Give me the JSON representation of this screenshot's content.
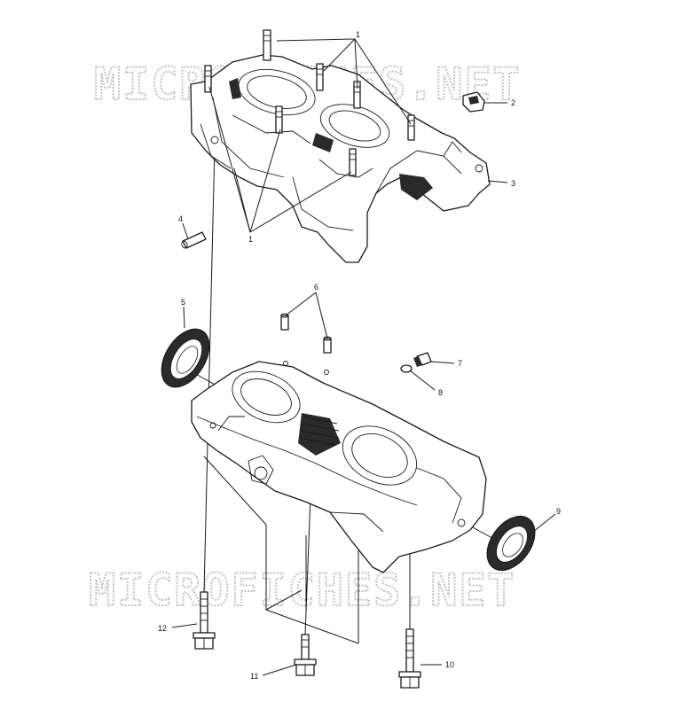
{
  "watermark": {
    "text": "MICROFICHES.NET",
    "color": "#c4c4c4"
  },
  "callouts": {
    "c1a": "1",
    "c1b": "1",
    "c2": "2",
    "c3": "3",
    "c4": "4",
    "c5": "5",
    "c6": "6",
    "c7": "7",
    "c8": "8",
    "c9": "9",
    "c10": "10",
    "c11": "11",
    "c12": "12"
  }
}
